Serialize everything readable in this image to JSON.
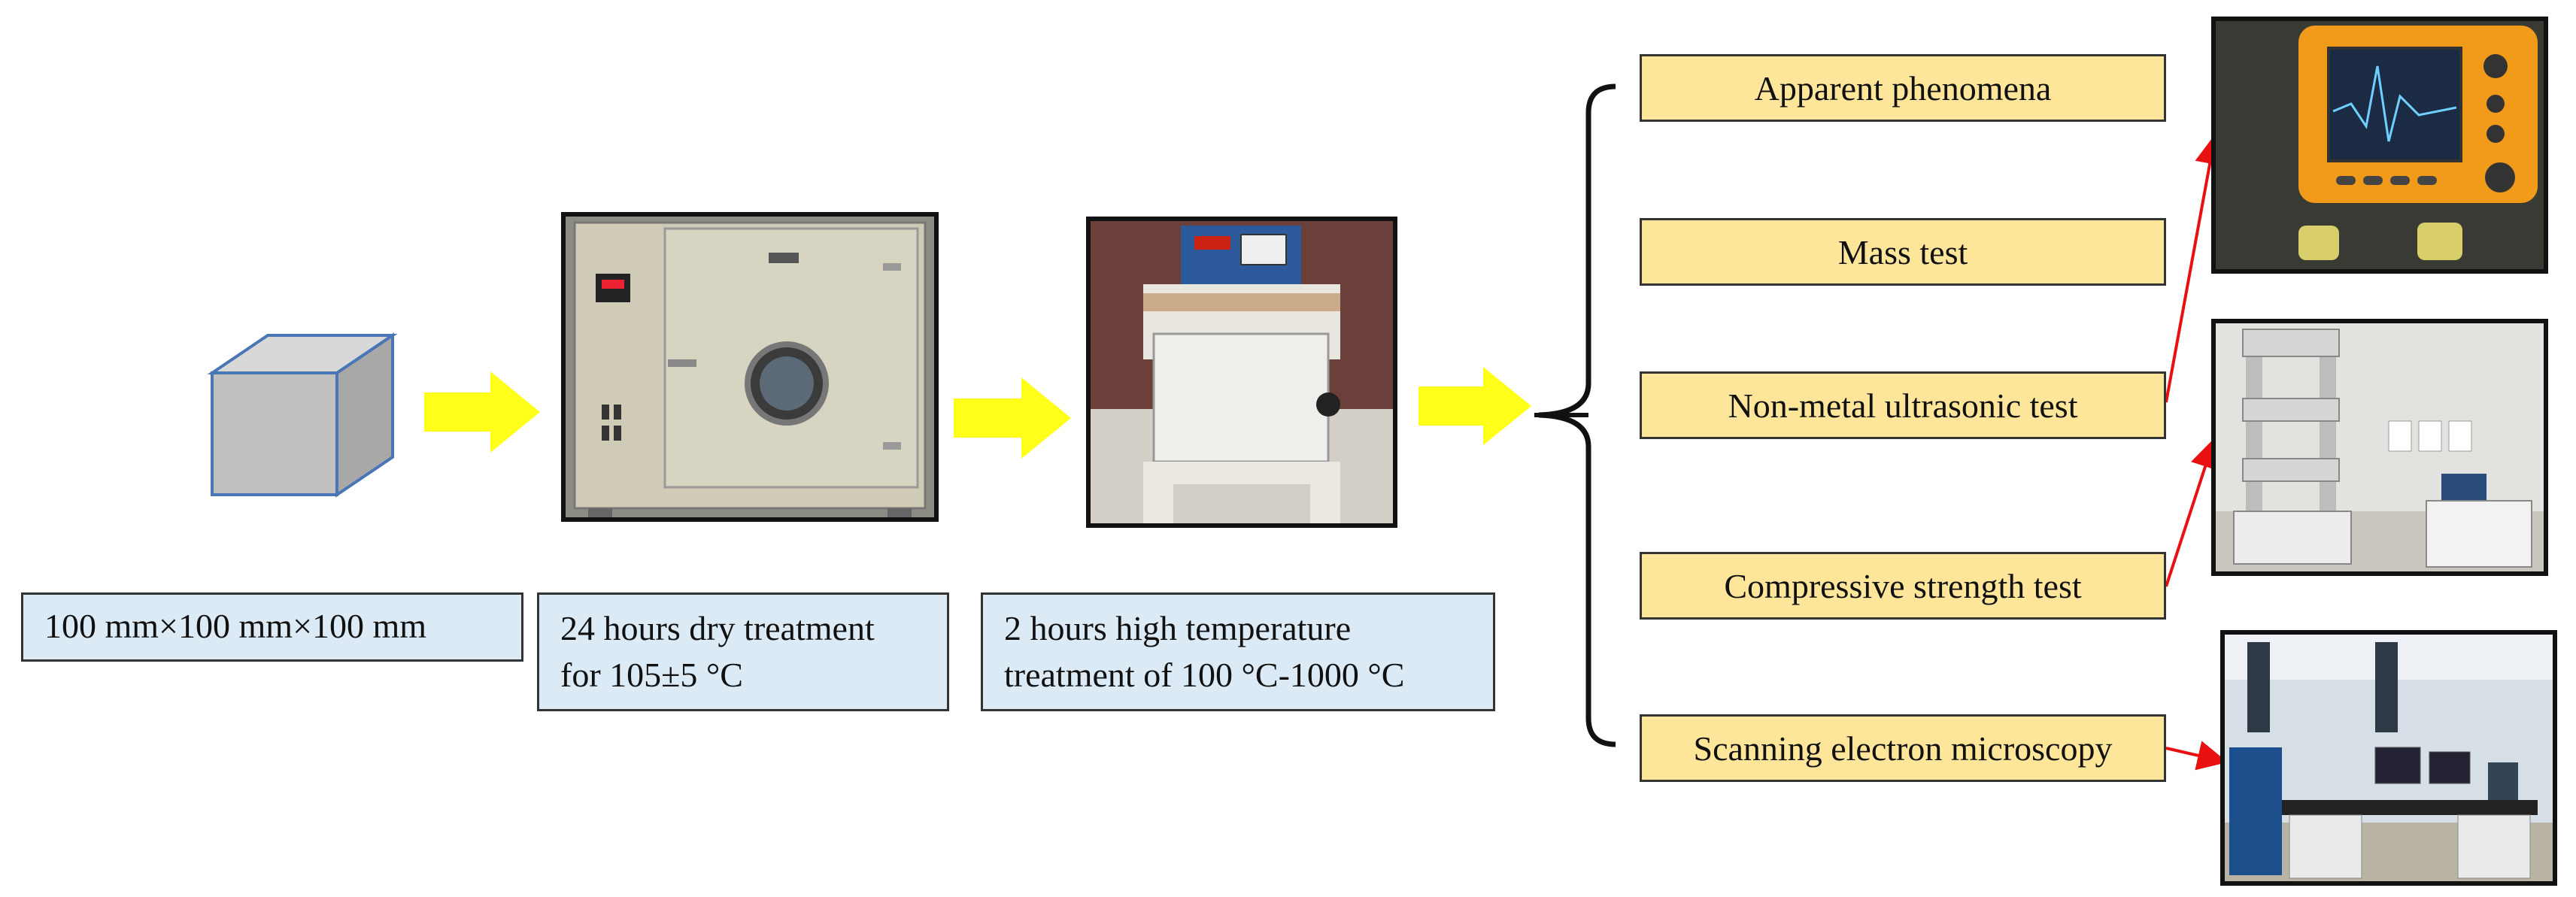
{
  "steps": [
    {
      "label": "100 mm×100 mm×100 mm"
    },
    {
      "line1": "24 hours dry treatment",
      "line2": "for 105±5 °C"
    },
    {
      "line1": "2 hours high temperature",
      "line2": "treatment of 100 °C-1000 °C"
    }
  ],
  "tests": [
    {
      "label": "Apparent phenomena"
    },
    {
      "label": "Mass test"
    },
    {
      "label": "Non-metal ultrasonic test"
    },
    {
      "label": "Compressive strength test"
    },
    {
      "label": "Scanning electron microscopy"
    }
  ],
  "colors": {
    "arrow": "#ffff1a",
    "step_box_fill": "#dbeaf5",
    "test_box_fill": "#fde59a",
    "cube_front": "#c0c0c0",
    "cube_top": "#d8d8d8",
    "cube_side": "#a8a8a8",
    "cube_edge": "#4a76b6",
    "link_arrow": "#e81010"
  },
  "images": [
    {
      "name": "drying-oven-photo"
    },
    {
      "name": "muffle-furnace-photo"
    },
    {
      "name": "ultrasonic-tester-photo"
    },
    {
      "name": "compression-testing-machine-photo"
    },
    {
      "name": "sem-instrument-photo"
    }
  ]
}
